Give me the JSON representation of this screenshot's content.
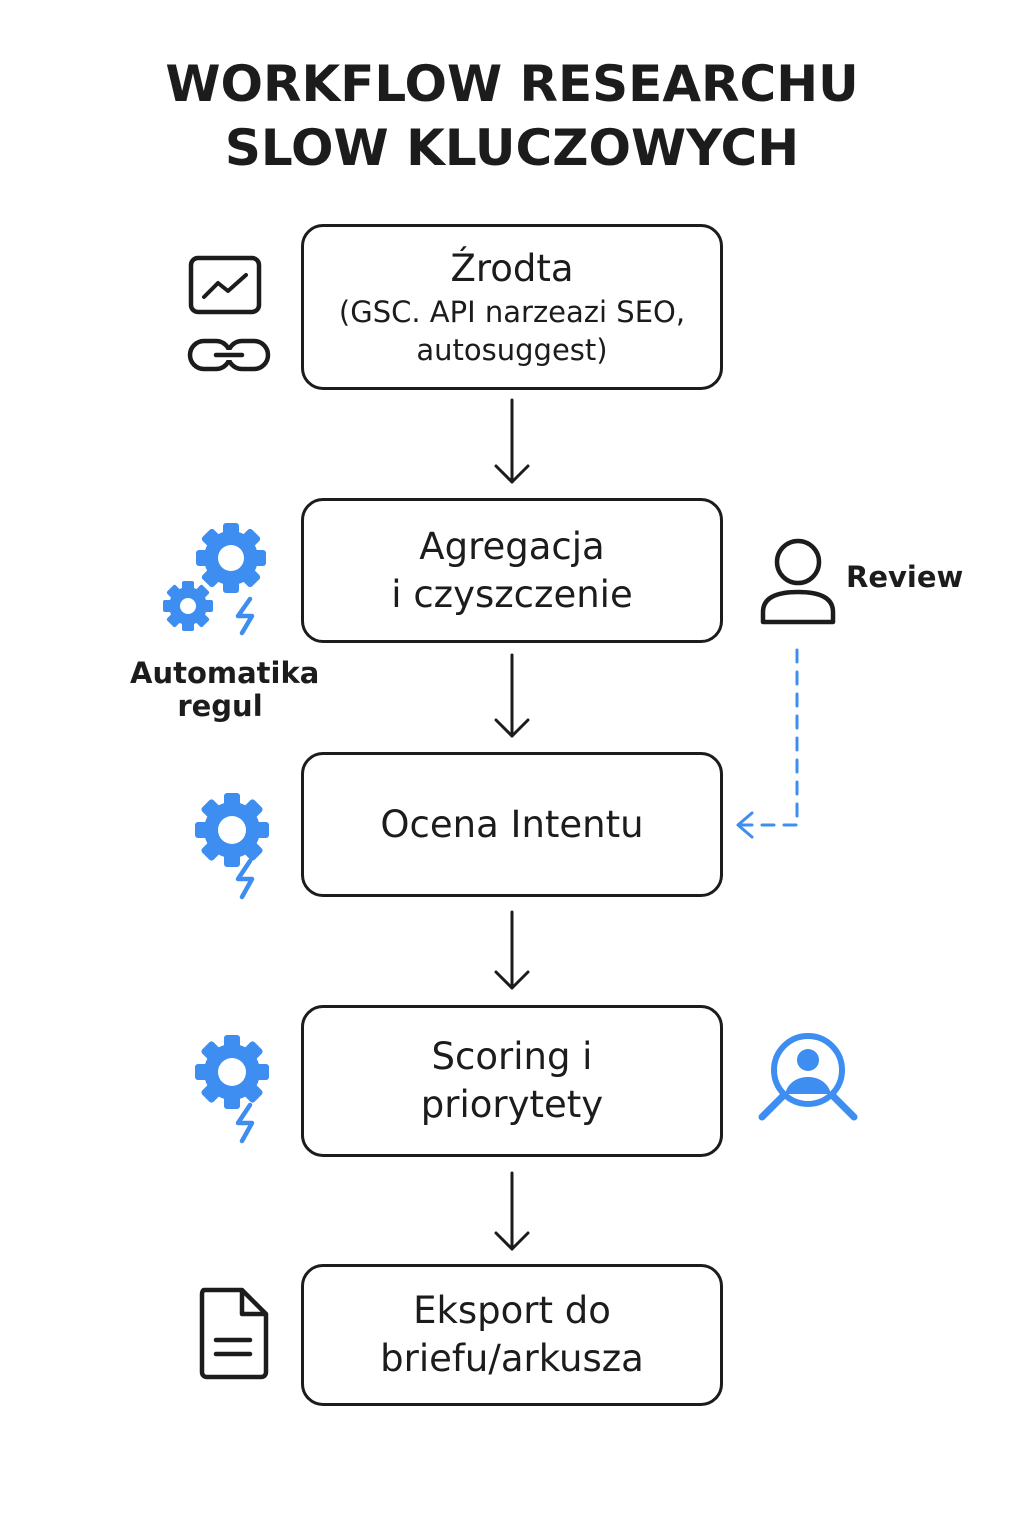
{
  "title": {
    "line1": "WORKFLOW RESEARCHU",
    "line2": "SLOW KLUCZOWYCH"
  },
  "steps": [
    {
      "line1": "Źrodta",
      "line2": "(GSC. API narzeazi SEO,",
      "line3": "autosuggest)"
    },
    {
      "line1": "Agregacja",
      "line2": "i czyszczenie"
    },
    {
      "line1": "Ocena Intentu"
    },
    {
      "line1": "Scoring i",
      "line2": "priorytety"
    },
    {
      "line1": "Eksport do",
      "line2": "briefu/arkusza"
    }
  ],
  "side_labels": {
    "automation_line1": "Automatika",
    "automation_line2": "regul",
    "review": "Review"
  },
  "colors": {
    "accent": "#3d8ef0",
    "ink": "#1c1c1c"
  },
  "icons": {
    "sources": [
      "chart-icon",
      "link-icon"
    ],
    "aggregation": [
      "gears-icon",
      "lightning-icon"
    ],
    "review": "user-icon",
    "intent": [
      "gear-icon",
      "lightning-icon"
    ],
    "scoring": [
      "gear-icon",
      "lightning-icon",
      "user-search-icon"
    ],
    "export": "document-icon"
  }
}
